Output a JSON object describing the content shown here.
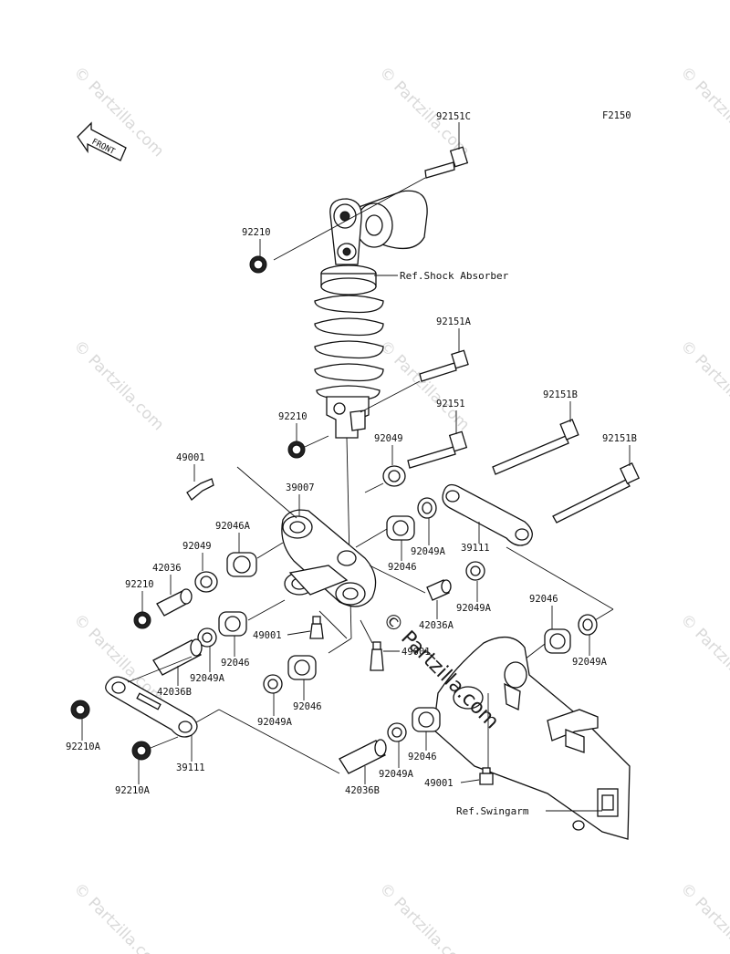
{
  "figure_code": "F2150",
  "front_label": "FRONT",
  "refs": {
    "shock": "Ref.Shock Absorber",
    "swingarm": "Ref.Swingarm"
  },
  "watermark": "© Partzilla.com",
  "center_watermark": "© Partzilla.com",
  "callouts": {
    "c92151C": "92151C",
    "c92210_top": "92210",
    "c92151A": "92151A",
    "c92210_mid": "92210",
    "c92151": "92151",
    "c92151B_1": "92151B",
    "c92151B_2": "92151B",
    "c92049_top": "92049",
    "c49001_left": "49001",
    "c39007": "39007",
    "c92046A": "92046A",
    "c92049_left": "92049",
    "c42036": "42036",
    "c92210_left": "92210",
    "c92046_mid": "92046",
    "c92049A_mid": "92049A",
    "c39111_right": "39111",
    "c92049A_r2": "92049A",
    "c42036A": "42036A",
    "c49001_mid": "49001",
    "c49001_ctr": "49001",
    "c92046_l2": "92046",
    "c92049A_l2": "92049A",
    "c42036B_l": "42036B",
    "c92046_l3": "92046",
    "c92049A_l3": "92049A",
    "c92210A_1": "92210A",
    "c39111_left": "39111",
    "c92210A_2": "92210A",
    "c92046_r": "92046",
    "c92049A_r": "92049A",
    "c92046_b": "92046",
    "c92049A_b": "92049A",
    "c42036B_b": "42036B",
    "c49001_b": "49001"
  }
}
